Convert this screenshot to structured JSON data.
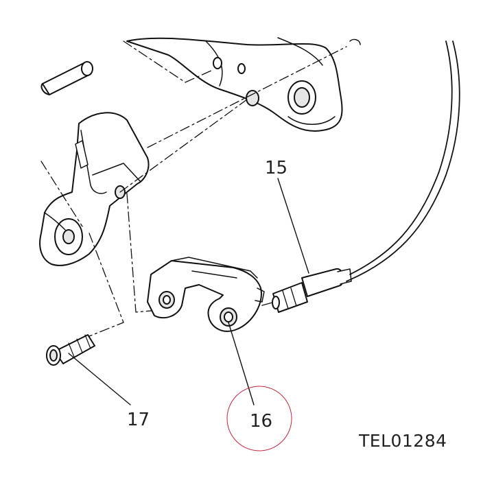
{
  "diagram": {
    "callouts": {
      "part_15": "15",
      "part_16": "16",
      "part_17": "17"
    },
    "reference_code": "TEL01284",
    "highlight_color": "#c0243c",
    "line_color": "#111111",
    "shading_color": "#e6e6e6"
  }
}
